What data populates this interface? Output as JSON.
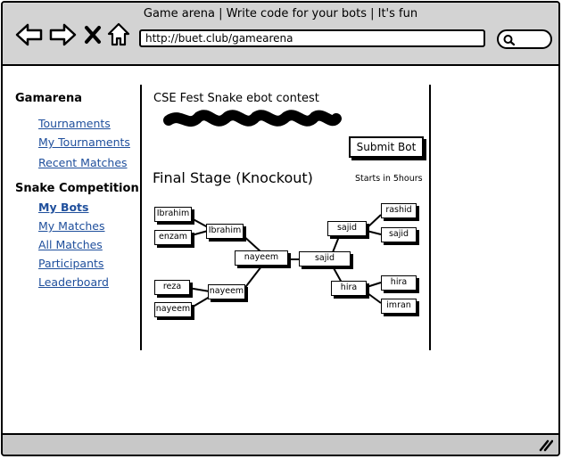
{
  "window": {
    "title": "Game arena | Write code for your bots | It's fun",
    "url": "http://buet.club/gamearena"
  },
  "icons": [
    "back-arrow-icon",
    "forward-arrow-icon",
    "close-icon",
    "home-icon",
    "search-icon",
    "resize-handle-icon"
  ],
  "sidebar": {
    "section1": {
      "heading": "Gamarena",
      "links": [
        "Tournaments",
        "My Tournaments",
        "Recent Matches"
      ]
    },
    "section2": {
      "heading": "Snake Competition",
      "links": [
        "My Bots",
        "My Matches",
        "All Matches",
        "Participants",
        "Leaderboard"
      ],
      "active": "My Bots"
    }
  },
  "main": {
    "contest_title": "CSE Fest Snake ebot contest",
    "submit_label": "Submit Bot",
    "stage_title": "Final Stage (Knockout)",
    "starts_text": "Starts in 5hours"
  },
  "bracket": {
    "left": {
      "round1": [
        "Ibrahim",
        "enzam",
        "reza",
        "nayeem"
      ],
      "round2": [
        "Ibrahim",
        "nayeem"
      ],
      "round3": "nayeem"
    },
    "right": {
      "round1": [
        "rashid",
        "sajid",
        "hira",
        "imran"
      ],
      "round2": [
        "sajid",
        "hira"
      ],
      "round3": "sajid"
    }
  }
}
